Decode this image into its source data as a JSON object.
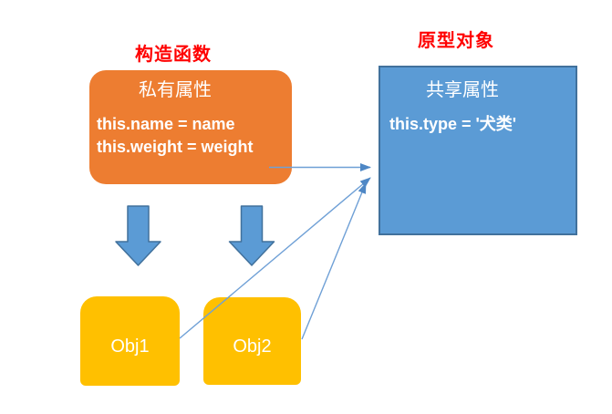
{
  "diagram": {
    "constructor_section": {
      "title": "构造函数",
      "box": {
        "heading": "私有属性",
        "lines": [
          "this.name = name",
          "this.weight = weight"
        ]
      }
    },
    "prototype_section": {
      "title": "原型对象",
      "box": {
        "heading": "共享属性",
        "line": "this.type = '犬类'"
      }
    },
    "instances": [
      {
        "label": "Obj1"
      },
      {
        "label": "Obj2"
      }
    ],
    "relations": [
      "constructor-box to prototype-box",
      "obj1 to prototype-box",
      "obj2 to prototype-box",
      "constructor-box down to obj1",
      "constructor-box down to obj2"
    ]
  },
  "colors": {
    "canvas_bg": "#ffffff",
    "title_red": "#ff0000",
    "orange_box": "#ED7D31",
    "blue_box": "#5B9BD5",
    "blue_box_border": "#41719C",
    "yellow_box": "#FFC000",
    "block_arrow_fill": "#5B9BD5",
    "block_arrow_border": "#41719C",
    "connector": "#6FA0D6",
    "connector_head": "#4E87C5",
    "white_text": "#ffffff"
  }
}
